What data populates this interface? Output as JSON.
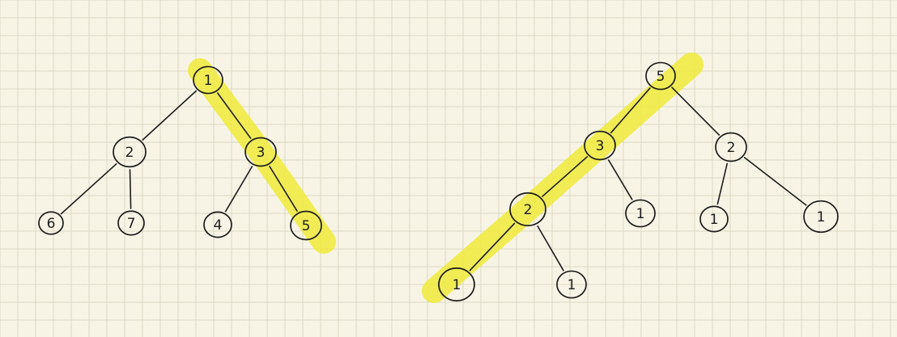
{
  "colors": {
    "paper": "#f7f4e6",
    "grid": "#dcd8c4",
    "ink": "#1c1c1c",
    "highlight": "#f0ea3a"
  },
  "trees": [
    {
      "name": "left-tree",
      "nodes": [
        {
          "id": "a1",
          "label": "1"
        },
        {
          "id": "a2",
          "label": "2"
        },
        {
          "id": "a3",
          "label": "3"
        },
        {
          "id": "a6",
          "label": "6"
        },
        {
          "id": "a7",
          "label": "7"
        },
        {
          "id": "a4",
          "label": "4"
        },
        {
          "id": "a5",
          "label": "5"
        }
      ],
      "edges": [
        [
          "a1",
          "a2"
        ],
        [
          "a1",
          "a3"
        ],
        [
          "a2",
          "a6"
        ],
        [
          "a2",
          "a7"
        ],
        [
          "a3",
          "a4"
        ],
        [
          "a3",
          "a5"
        ]
      ],
      "highlighted_path": [
        "a1",
        "a3",
        "a5"
      ]
    },
    {
      "name": "right-tree",
      "nodes": [
        {
          "id": "b5",
          "label": "5"
        },
        {
          "id": "b3",
          "label": "3"
        },
        {
          "id": "b2r",
          "label": "2"
        },
        {
          "id": "b2",
          "label": "2"
        },
        {
          "id": "b1a",
          "label": "1"
        },
        {
          "id": "b1b",
          "label": "1"
        },
        {
          "id": "b1c",
          "label": "1"
        },
        {
          "id": "b1d",
          "label": "1"
        },
        {
          "id": "b1e",
          "label": "1"
        }
      ],
      "edges": [
        [
          "b5",
          "b3"
        ],
        [
          "b5",
          "b2r"
        ],
        [
          "b3",
          "b2"
        ],
        [
          "b3",
          "b1a"
        ],
        [
          "b2",
          "b1d"
        ],
        [
          "b2",
          "b1e"
        ],
        [
          "b2r",
          "b1b"
        ],
        [
          "b2r",
          "b1c"
        ]
      ],
      "highlighted_path": [
        "b5",
        "b3",
        "b2",
        "b1d"
      ]
    }
  ]
}
